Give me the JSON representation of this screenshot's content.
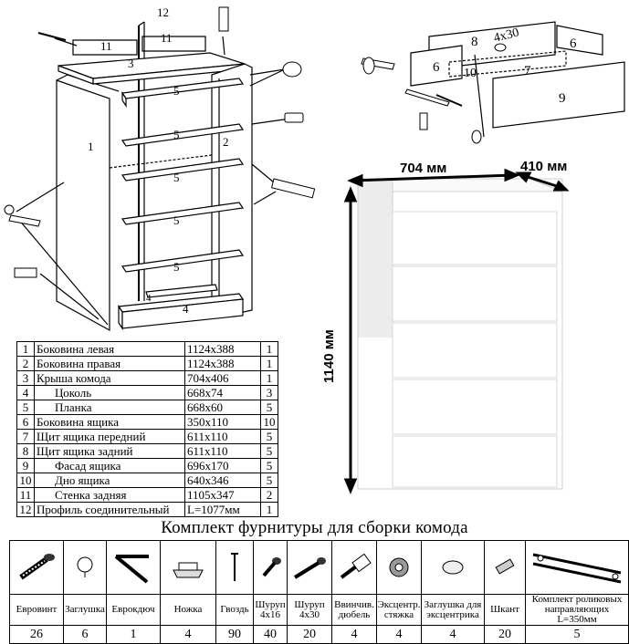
{
  "labels": {
    "parts": [
      "1",
      "2",
      "3",
      "4",
      "5",
      "6",
      "7",
      "8",
      "9",
      "10",
      "11",
      "12"
    ],
    "drawer_screw": "4x30"
  },
  "dimensions": {
    "width": "704 мм",
    "depth": "410 мм",
    "height": "1140 мм"
  },
  "parts_table": [
    {
      "num": "1",
      "name": "Боковина левая",
      "size": "1124x388",
      "qty": "1"
    },
    {
      "num": "2",
      "name": "Боковина правая",
      "size": "1124x388",
      "qty": "1"
    },
    {
      "num": "3",
      "name": "Крыша комода",
      "size": "704x406",
      "qty": "1"
    },
    {
      "num": "4",
      "name": "Цоколь",
      "size": "668x74",
      "qty": "3"
    },
    {
      "num": "5",
      "name": "Планка",
      "size": "668x60",
      "qty": "5"
    },
    {
      "num": "6",
      "name": "Боковина ящика",
      "size": "350x110",
      "qty": "10"
    },
    {
      "num": "7",
      "name": "Щит ящика передний",
      "size": "611x110",
      "qty": "5"
    },
    {
      "num": "8",
      "name": "Щит ящика задний",
      "size": "611x110",
      "qty": "5"
    },
    {
      "num": "9",
      "name": "Фасад ящика",
      "size": "696x170",
      "qty": "5"
    },
    {
      "num": "10",
      "name": "Дно ящика",
      "size": "640x346",
      "qty": "5"
    },
    {
      "num": "11",
      "name": "Стенка задняя",
      "size": "1105x347",
      "qty": "2"
    },
    {
      "num": "12",
      "name": "Профиль соединительный",
      "size": "L=1077мм",
      "qty": "1"
    }
  ],
  "kit": {
    "title": "Комплект фурнитуры для сборки комода",
    "items": [
      {
        "icon": "euroscrew-icon",
        "name": "Евровинт",
        "count": "26"
      },
      {
        "icon": "cap-icon",
        "name": "Заглушка",
        "count": "6"
      },
      {
        "icon": "eurokey-icon",
        "name": "Еврокдюч",
        "count": "1"
      },
      {
        "icon": "foot-icon",
        "name": "Ножка",
        "count": "4"
      },
      {
        "icon": "nail-icon",
        "name": "Гвоздь",
        "count": "90"
      },
      {
        "icon": "screw-small-icon",
        "name": "Шуруп 4x16",
        "count": "40"
      },
      {
        "icon": "screw-long-icon",
        "name": "Шуруп 4x30",
        "count": "20"
      },
      {
        "icon": "dowel-icon",
        "name": "Ввинчив. дюбель",
        "count": "4"
      },
      {
        "icon": "cam-icon",
        "name": "Эксцентр. стяжка",
        "count": "4"
      },
      {
        "icon": "cam-cap-icon",
        "name": "Заглушка для эксцентрика",
        "count": "4"
      },
      {
        "icon": "pin-icon",
        "name": "Шкант",
        "count": "20"
      },
      {
        "icon": "runners-icon",
        "name": "Комплект роликовых направляющих L=350мм",
        "count": "5"
      }
    ]
  }
}
